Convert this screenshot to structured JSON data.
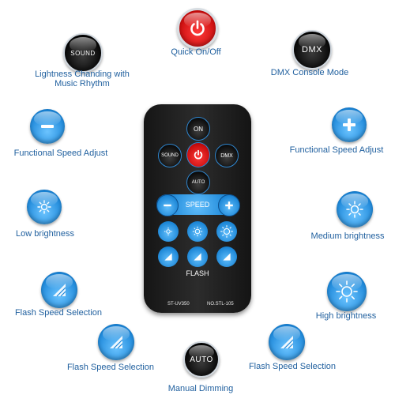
{
  "features": {
    "power": {
      "label": "Quick On/Off",
      "icon": "power-icon"
    },
    "sound": {
      "label": "Lightness Chanding with Music Rhythm",
      "button_text": "SOUND"
    },
    "dmx": {
      "label": "DMX Console Mode",
      "button_text": "DMX"
    },
    "speed_down": {
      "label": "Functional Speed Adjust",
      "icon": "minus-icon"
    },
    "speed_up": {
      "label": "Functional Speed Adjust",
      "icon": "plus-icon"
    },
    "low_brightness": {
      "label": "Low brightness",
      "icon": "sun-small-icon"
    },
    "medium_brightness": {
      "label": "Medium brightness",
      "icon": "sun-medium-icon"
    },
    "high_brightness": {
      "label": "High brightness",
      "icon": "sun-large-icon"
    },
    "flash_1": {
      "label": "Flash Speed Selection",
      "icon": "flash-icon"
    },
    "flash_2": {
      "label": "Flash Speed Selection",
      "icon": "flash-icon"
    },
    "flash_3": {
      "label": "Flash Speed Selection",
      "icon": "flash-icon"
    },
    "auto": {
      "label": "Manual Dimming",
      "button_text": "AUTO"
    }
  },
  "remote": {
    "on": "ON",
    "sound": "SOUND",
    "dmx": "DMX",
    "auto": "AUTO",
    "speed": "SPEED",
    "flash": "FLASH",
    "model_left": "ST-UV350",
    "model_right": "NO.STL-105"
  },
  "colors": {
    "accent": "#1b86d8",
    "label": "#1f5f9e",
    "power": "#c90d0d",
    "remote_body": "#1c1c1c"
  }
}
